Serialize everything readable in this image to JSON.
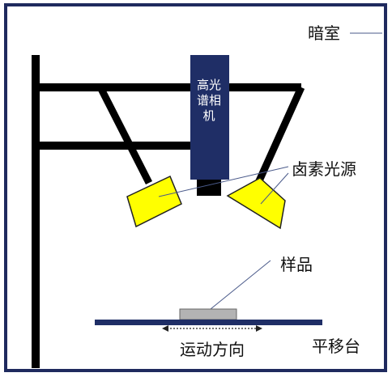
{
  "labels": {
    "darkroom": "暗室",
    "camera": "高光谱相机",
    "light_source": "卤素光源",
    "sample": "样品",
    "stage": "平移台",
    "motion": "运动方向"
  },
  "colors": {
    "frame": "#1f2a5e",
    "camera_body": "#1f2e66",
    "lamp": "#ffff00",
    "stand": "#000000",
    "sample": "#b3b3b3",
    "stage": "#1f2e66",
    "leader": "#4a5a8a"
  }
}
